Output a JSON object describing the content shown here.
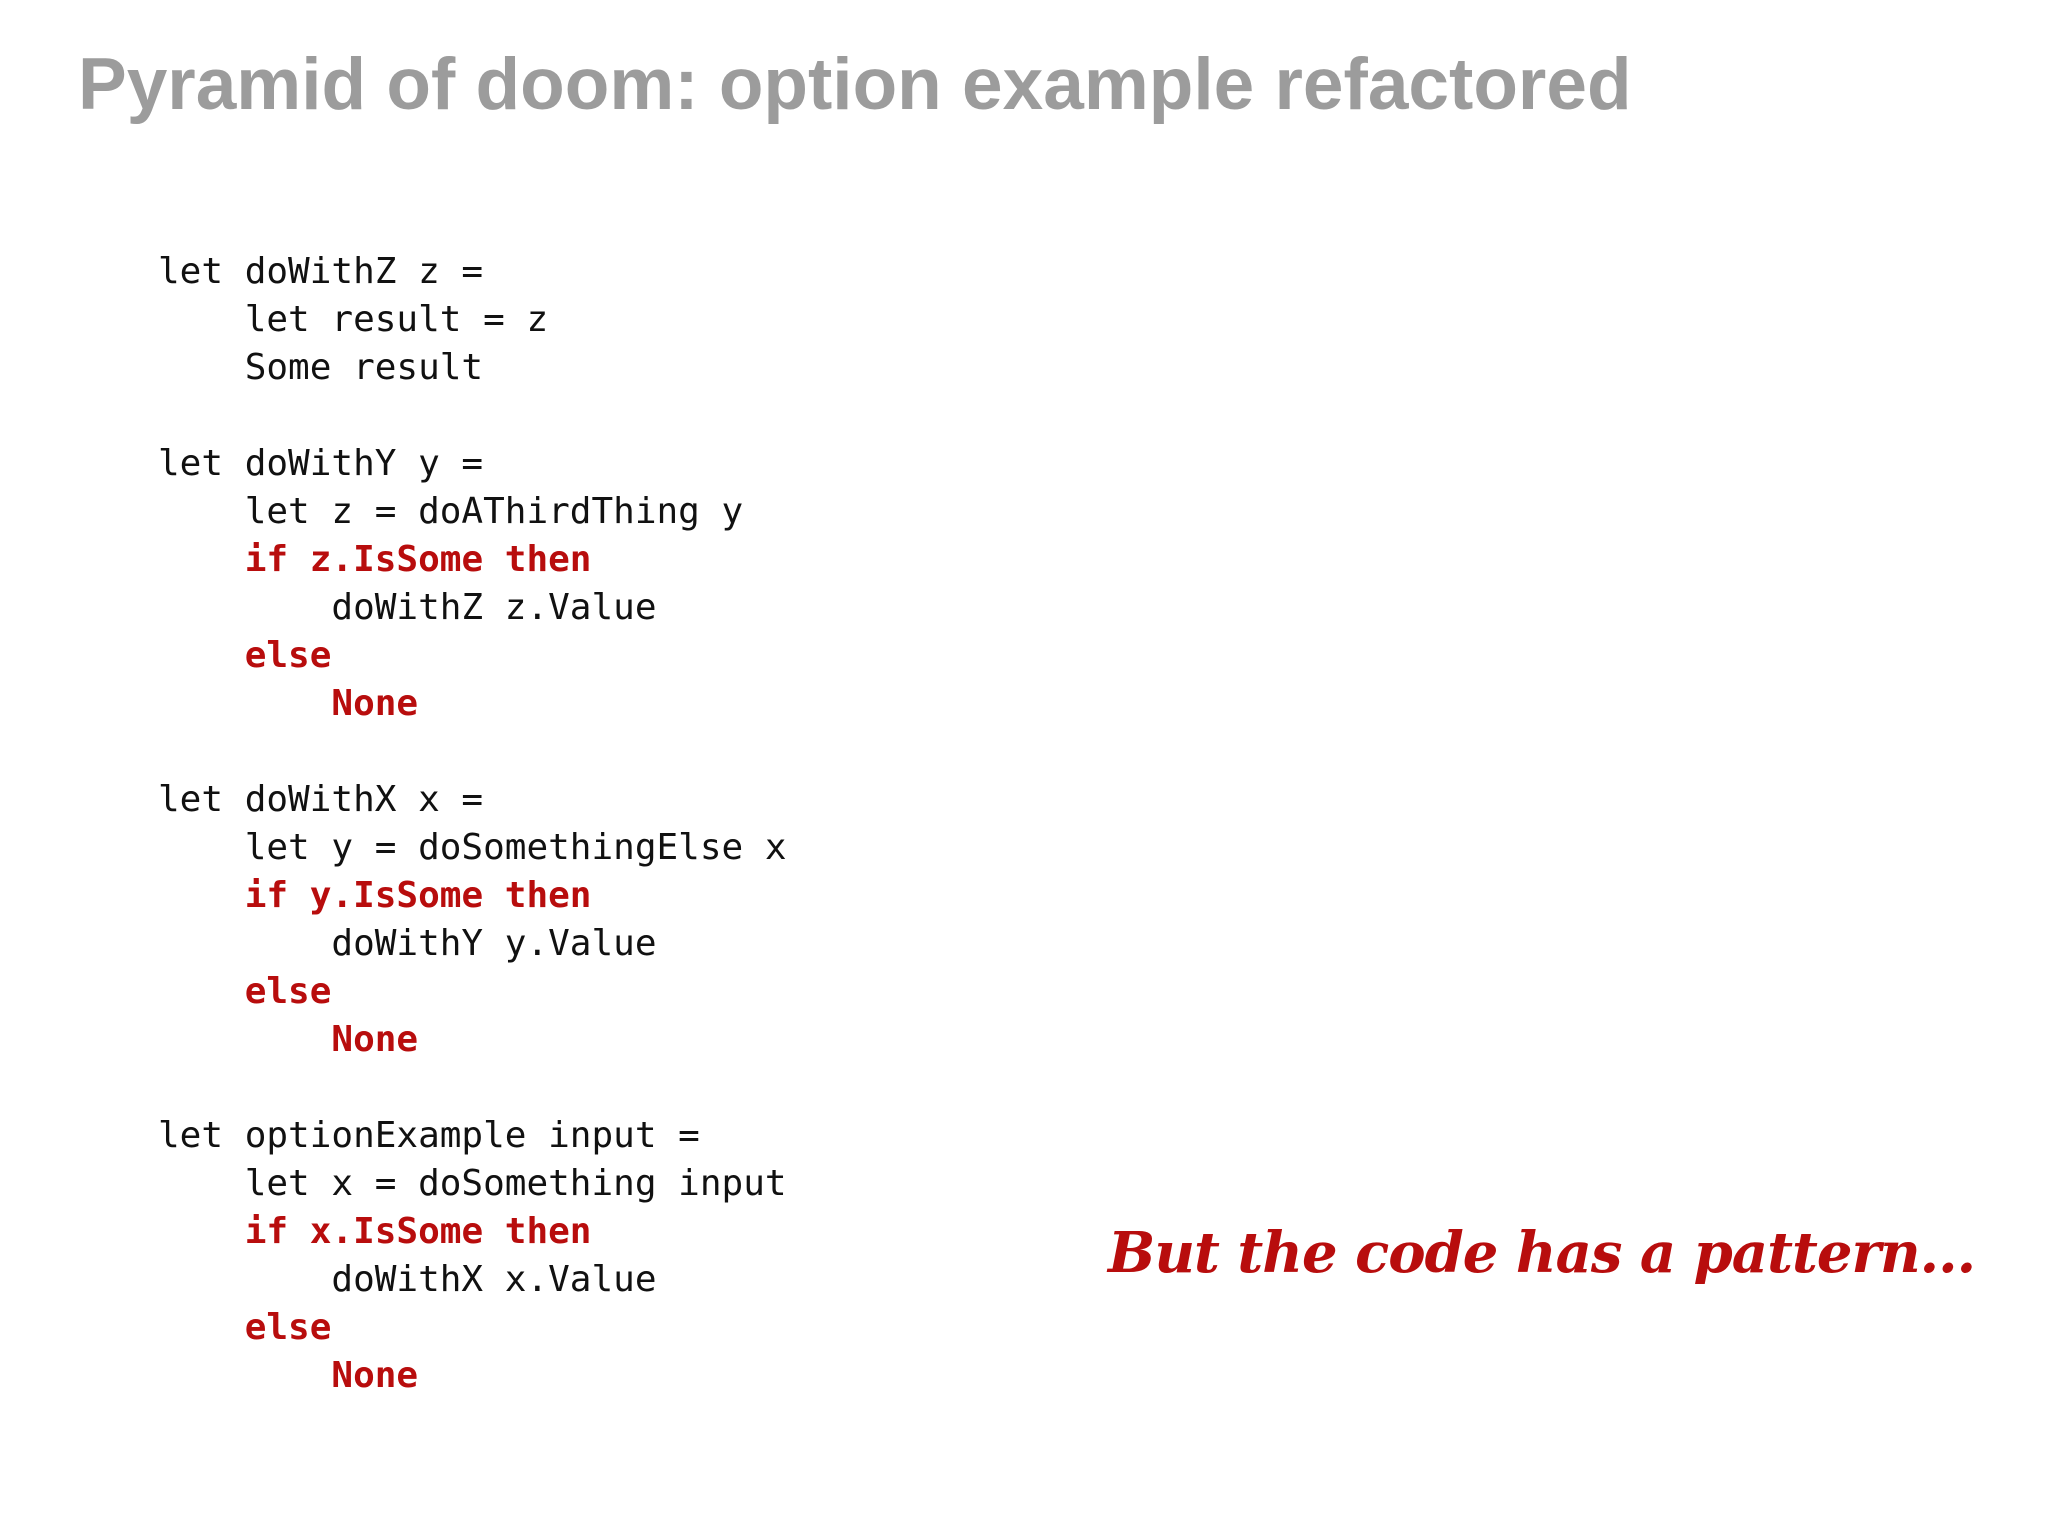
{
  "slide": {
    "title": "Pyramid of doom: option example refactored",
    "annotation": "But the code has a pattern...",
    "colors": {
      "title": "#9c9c9c",
      "code": "#111111",
      "keyword": "#b80d0d",
      "background": "#ffffff"
    }
  },
  "code": {
    "lines": [
      [
        {
          "t": "let doWithZ z ="
        }
      ],
      [
        {
          "t": "    let result = z"
        }
      ],
      [
        {
          "t": "    Some result"
        }
      ],
      [
        {
          "t": ""
        }
      ],
      [
        {
          "t": "let doWithY y ="
        }
      ],
      [
        {
          "t": "    let z = doAThirdThing y"
        }
      ],
      [
        {
          "t": "    "
        },
        {
          "t": "if z.IsSome then",
          "k": true
        }
      ],
      [
        {
          "t": "        doWithZ z.Value"
        }
      ],
      [
        {
          "t": "    "
        },
        {
          "t": "else",
          "k": true
        }
      ],
      [
        {
          "t": "        "
        },
        {
          "t": "None",
          "k": true
        }
      ],
      [
        {
          "t": ""
        }
      ],
      [
        {
          "t": "let doWithX x ="
        }
      ],
      [
        {
          "t": "    let y = doSomethingElse x"
        }
      ],
      [
        {
          "t": "    "
        },
        {
          "t": "if y.IsSome then",
          "k": true
        }
      ],
      [
        {
          "t": "        doWithY y.Value"
        }
      ],
      [
        {
          "t": "    "
        },
        {
          "t": "else",
          "k": true
        }
      ],
      [
        {
          "t": "        "
        },
        {
          "t": "None",
          "k": true
        }
      ],
      [
        {
          "t": ""
        }
      ],
      [
        {
          "t": "let optionExample input ="
        }
      ],
      [
        {
          "t": "    let x = doSomething input"
        }
      ],
      [
        {
          "t": "    "
        },
        {
          "t": "if x.IsSome then",
          "k": true
        }
      ],
      [
        {
          "t": "        doWithX x.Value"
        }
      ],
      [
        {
          "t": "    "
        },
        {
          "t": "else",
          "k": true
        }
      ],
      [
        {
          "t": "        "
        },
        {
          "t": "None",
          "k": true
        }
      ]
    ]
  }
}
